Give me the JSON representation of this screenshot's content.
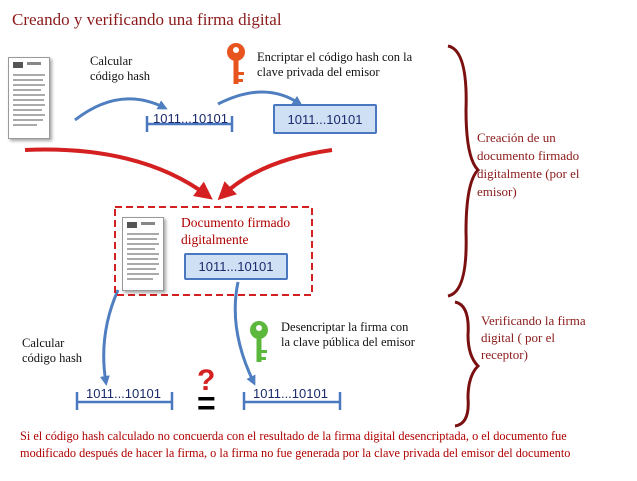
{
  "title": "Creando y verificando una firma digital",
  "labels": {
    "calcular_hash_1": "Calcular\ncódigo hash",
    "encriptar": "Encriptar el código hash con la\nclave privada del emisor",
    "documento_firmado": "Documento firmado\ndigitalmente",
    "calcular_hash_2": "Calcular\ncódigo hash",
    "desencriptar": "Desencriptar la firma con\nla clave pública del emisor"
  },
  "hash_values": {
    "hash_1": "1011...10101",
    "hash_encrypted": "1011...10101",
    "hash_in_document": "1011...10101",
    "hash_computed": "1011...10101",
    "hash_decrypted": "1011...10101"
  },
  "compare": {
    "question": "?",
    "equals": "="
  },
  "braces": {
    "creacion": "Creación de un\ndocumento firmado\ndigitalmente (por el\nemisor)",
    "verificando": "Verificando la firma\ndigital ( por el\nreceptor)"
  },
  "note": "Si el código hash calculado no concuerda con el resultado de la firma digital desencriptada, o el documento fue modificado después de hacer la firma, o la firma no fue generada por la clave privada del emisor del documento",
  "colors": {
    "title": "#8b1a1a",
    "red_arrow": "#d42020",
    "blue_arrow": "#4f7fc0",
    "brace": "#7a1010",
    "private_key": "#e8541e",
    "public_key": "#5cb83c",
    "hash_box_fill": "#cfe0f5",
    "hash_box_border": "#4a78c0"
  },
  "icons": [
    "document-icon",
    "private-key-icon",
    "public-key-icon",
    "question-mark-icon"
  ]
}
